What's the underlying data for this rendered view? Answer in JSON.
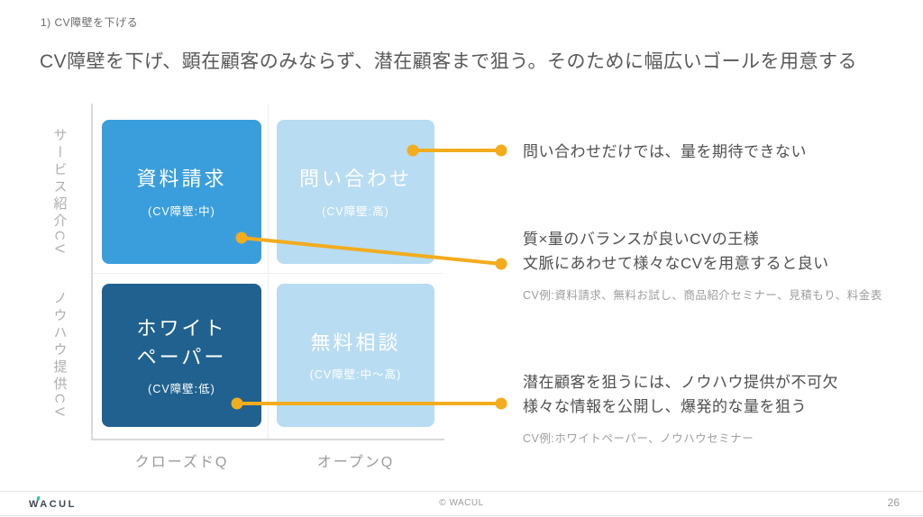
{
  "header": {
    "kicker": "1) CV障壁を下げる",
    "title": "CV障壁を下げ、顕在顧客のみならず、潜在顧客まで狙う。そのために幅広いゴールを用意する"
  },
  "matrix": {
    "y_axis_top": "サービス紹介CV",
    "y_axis_bottom": "ノウハウ提供CV",
    "x_axis_left": "クローズドQ",
    "x_axis_right": "オープンQ",
    "top_left": {
      "label": "資料請求",
      "sub": "(CV障壁:中)"
    },
    "top_right": {
      "label": "問い合わせ",
      "sub": "(CV障壁:高)"
    },
    "bottom_left": {
      "label_line1": "ホワイト",
      "label_line2": "ペーパー",
      "sub": "(CV障壁:低)"
    },
    "bottom_right": {
      "label": "無料相談",
      "sub": "(CV障壁:中〜高)"
    }
  },
  "annotations": [
    {
      "text": "問い合わせだけでは、量を期待できない"
    },
    {
      "line1": "質×量のバランスが良いCVの王様",
      "line2": "文脈にあわせて様々なCVを用意すると良い",
      "example": "CV例:資料請求、無料お試し、商品紹介セミナー、見積もり、料金表"
    },
    {
      "line1": "潜在顧客を狙うには、ノウハウ提供が不可欠",
      "line2": "様々な情報を公開し、爆発的な量を狙う",
      "example": "CV例:ホワイトペーパー、ノウハウセミナー"
    }
  ],
  "footer": {
    "logo": "WACUL",
    "copyright": "© WACUL",
    "page_number": "26"
  },
  "colors": {
    "accent": "#F2AC1D",
    "quadrant_medium": "#3A9EDC",
    "quadrant_light": "#B8DCF2",
    "quadrant_dark": "#20618F",
    "logo_tick": "#2FBFA0"
  }
}
